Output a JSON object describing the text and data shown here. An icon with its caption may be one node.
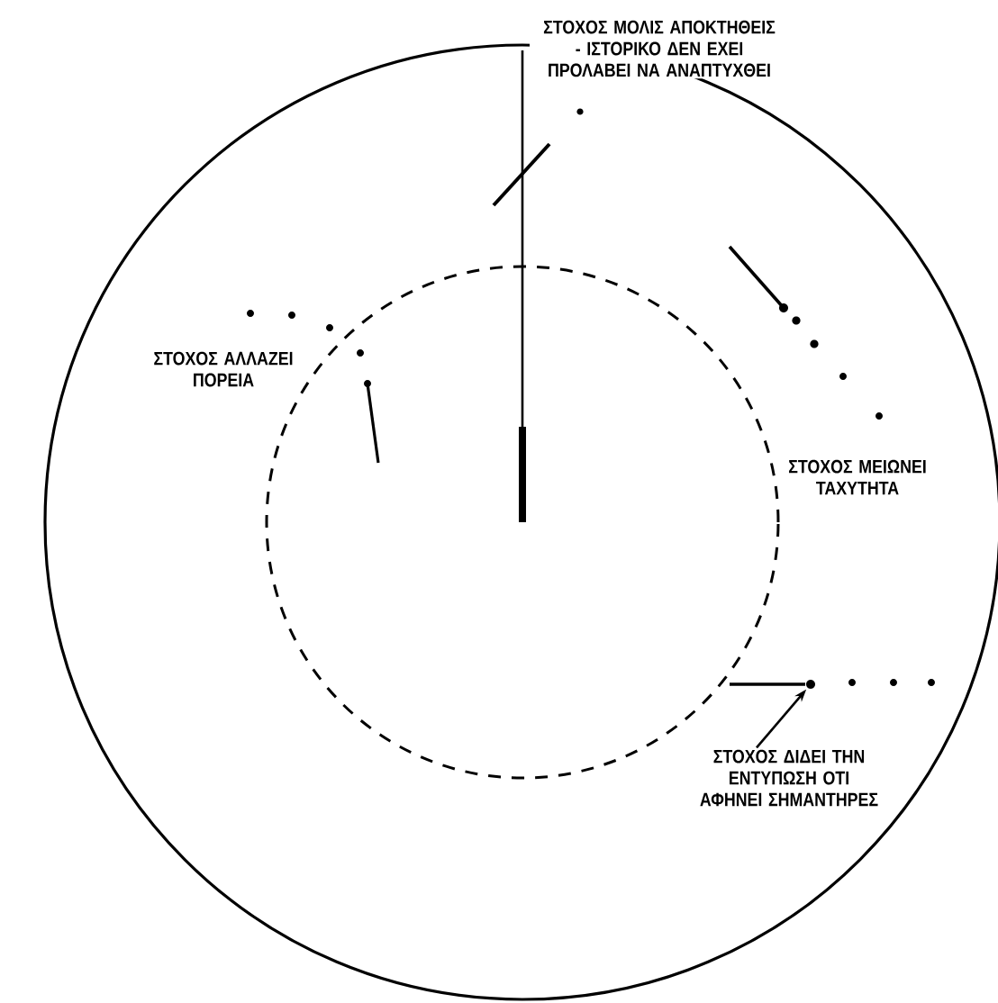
{
  "diagram": {
    "nodes": [
      {
        "text": [
          "ΣΤΟΧΟΣ ΜΟΛΙΣ ΑΠΟΚΤΗΘΕΙΣ - ΙΣΤΟΡΙΚΟ ΔΕΝ ΕΧΕΙ ΠΡΟΛΑΒΕΙ ΝΑ ΑΝΑΠΤΥΧΘΕΙ"
        ]
      },
      {
        "text": [
          "ΣΤΟΧΟΣ ΑΛΛΑΖΕΙ ΠΟΡΕΙΑ"
        ]
      },
      {
        "text": [
          "ΣΤΟΧΟΣ ΜΕΙΩΝΕΙ ΤΑΧΥΤΗΤΑ"
        ]
      },
      {
        "text": [
          "ΣΤΟΧΟΣ ΔΙΔΕΙ ΤΗΝ ΕΝΤΥΠΩΣΗ ΟΤΙ ΑΦΗΝΕΙ ΣΗΜΑΝΤΗΡΕΣ"
        ]
      },
      {
        "text": [],
        "shape": "circle"
      }
    ],
    "edges": [
      {
        "from": 3,
        "to": 4,
        "arrow": "to"
      }
    ]
  }
}
